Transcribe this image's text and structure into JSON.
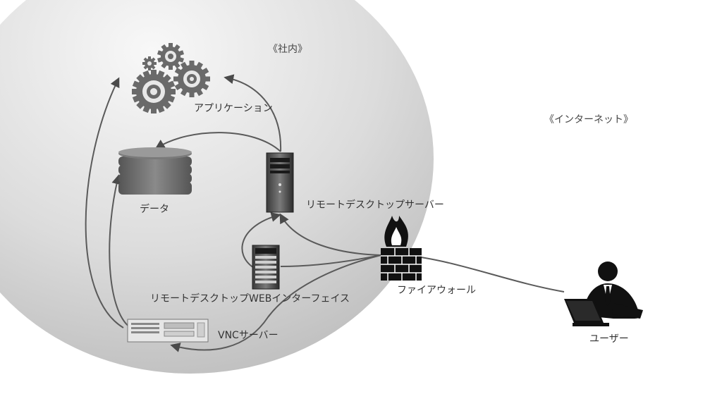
{
  "zones": {
    "internal": "《社内》",
    "internet": "《インターネット》"
  },
  "nodes": {
    "application": "アプリケーション",
    "data": "データ",
    "remote_desktop_server": "リモートデスクトップサーバー",
    "remote_desktop_web": "リモートデスクトップWEBインターフェイス",
    "vnc_server": "VNCサーバー",
    "firewall": "ファイアウォール",
    "user": "ユーザー"
  },
  "colors": {
    "zone_fill_light": "#f7f7f7",
    "zone_fill_dark": "#bdbdbd",
    "connector": "#5a5a5a",
    "icon_gray": "#6a6a6a",
    "icon_black": "#111111"
  }
}
